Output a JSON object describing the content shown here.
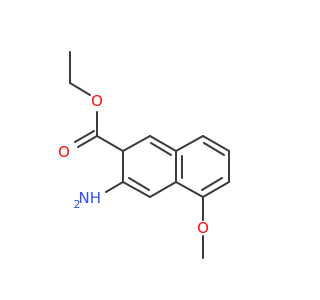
{
  "molecule": {
    "atoms": {
      "carbonyl_oxygen": "O",
      "ester_oxygen": "O",
      "ether_oxygen": "O",
      "amino_group": "NH",
      "amino_subscript": "2"
    }
  },
  "colors": {
    "bond": "#3b3b3b",
    "oxygen": "#ff0d0d",
    "nitrogen": "#3050f8",
    "background": "#ffffff"
  }
}
